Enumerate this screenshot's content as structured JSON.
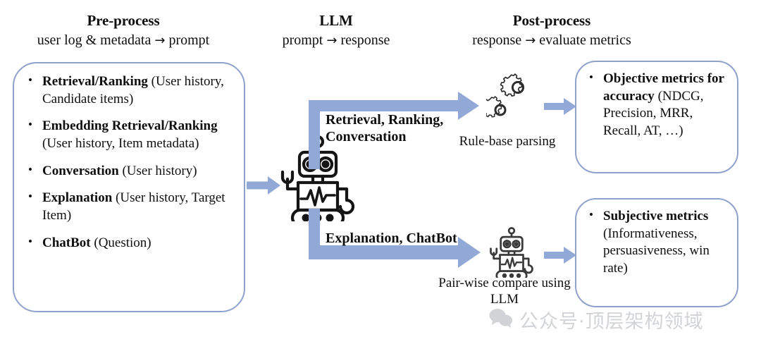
{
  "columns": [
    {
      "key": "pre",
      "title": "Pre-process",
      "subtitle_left": "user log & metadata",
      "arrow": "→",
      "subtitle_right": "prompt"
    },
    {
      "key": "llm",
      "title": "LLM",
      "subtitle_left": "prompt",
      "arrow": "→",
      "subtitle_right": "response"
    },
    {
      "key": "post",
      "title": "Post-process",
      "subtitle_left": "response",
      "arrow": "→",
      "subtitle_right": "evaluate metrics"
    }
  ],
  "pre_process_box": {
    "items": [
      {
        "bold": "Retrieval/Ranking",
        "rest": " (User history, Candidate items)"
      },
      {
        "bold": "Embedding Retrieval/Ranking",
        "rest": " (User history, Item metadata)"
      },
      {
        "bold": "Conversation",
        "rest": " (User history)"
      },
      {
        "bold": "Explanation",
        "rest": " (User history, Target Item)"
      },
      {
        "bold": "ChatBot",
        "rest": " (Question)"
      }
    ]
  },
  "objective_box": {
    "items": [
      {
        "bold": "Objective metrics for accuracy",
        "rest": " (NDCG, Precision, MRR, Recall, AT, …)"
      }
    ]
  },
  "subjective_box": {
    "items": [
      {
        "bold": "Subjective metrics",
        "rest": " (Informativeness, persuasiveness, win rate)"
      }
    ]
  },
  "paths": {
    "top_label": "Retrieval, Ranking, Conversation",
    "bottom_label": "Explanation, ChatBot",
    "rule_caption": "Rule-base parsing",
    "pair_caption": "Pair-wise compare using LLM"
  },
  "icons": {
    "llm_robot": "robot-icon",
    "gears": "gears-icon",
    "compare_robot": "robot-small-icon",
    "wechat": "wechat-icon"
  },
  "watermark": {
    "text": "公众号·顶层架构领域"
  },
  "colors": {
    "arrow": "#92a9d8",
    "box_border": "#8fa2cc",
    "text": "#0f0f10",
    "watermark": "#9aa0a8"
  }
}
